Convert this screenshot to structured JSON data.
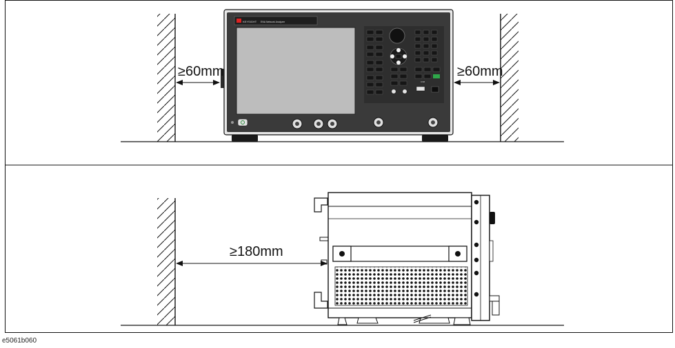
{
  "dimensions": {
    "front_left": "≥60mm",
    "front_right": "≥60mm",
    "side_rear": "≥180mm"
  },
  "caption": "e5061b060",
  "instrument": {
    "brand": "KEYSIGHT",
    "model_text": "ENA Network Analyzer"
  },
  "colors": {
    "line": "#111111",
    "bezel": "#2c2c2c",
    "screen": "#bdbdbd",
    "key": "#1a1a1a",
    "green_key": "#2fa84a"
  }
}
